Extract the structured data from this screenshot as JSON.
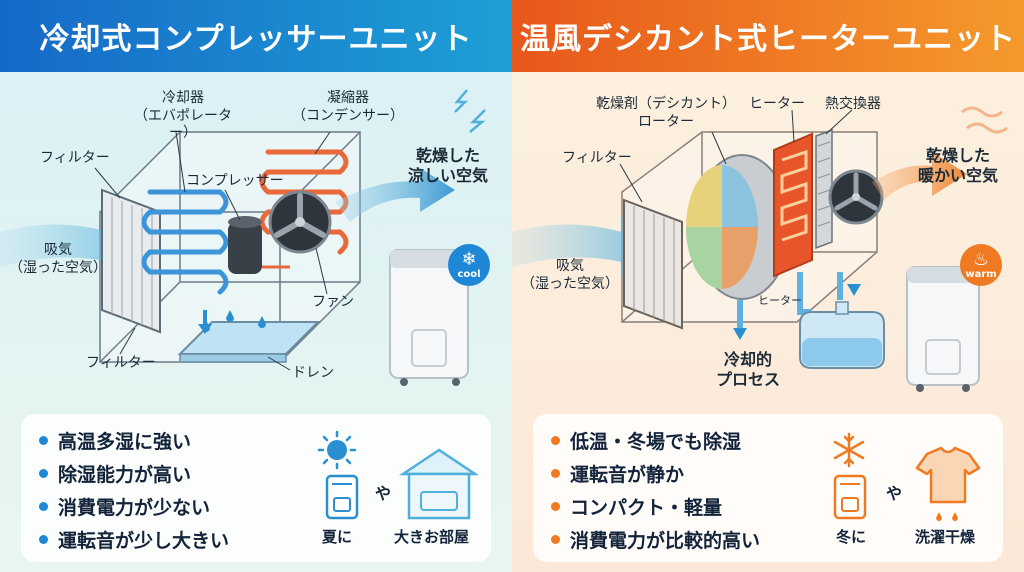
{
  "left": {
    "title": "冷却式コンプレッサーユニット",
    "labels": {
      "cooler": "冷却器\n（エバポレーター）",
      "condenser": "凝縮器\n（コンデンサー）",
      "filter_top": "フィルター",
      "compressor": "コンプレッサー",
      "out_air": "乾燥した\n涼しい空気",
      "in_air": "吸気\n（湿った空気）",
      "fan": "ファン",
      "filter_bottom": "フィルター",
      "drain": "ドレン"
    },
    "badge": "cool",
    "features": [
      "高温多湿に強い",
      "除湿能力が高い",
      "消費電力が少ない",
      "運転音が少し大きい"
    ],
    "use_connector": "や",
    "use_season": "夏に",
    "use_room": "大きお部屋"
  },
  "right": {
    "title": "温風デシカント式ヒーターユニット",
    "labels": {
      "rotor": "乾燥剤（デシカント）\nローター",
      "heater": "ヒーター",
      "exchanger": "熱交換器",
      "filter": "フィルター",
      "out_air": "乾燥した\n暖かい空気",
      "in_air": "吸気\n（湿った空気）",
      "heater_small": "ヒーター",
      "cooling": "冷却的\nプロセス"
    },
    "badge": "warm",
    "features": [
      "低温・冬場でも除湿",
      "運転音が静か",
      "コンパクト・軽量",
      "消費電力が比較的高い"
    ],
    "use_connector": "や",
    "use_season": "冬に",
    "use_laundry": "洗濯干燥"
  },
  "colors": {
    "cool_blue": "#1e88d6",
    "warm_orange": "#ef7a22"
  }
}
